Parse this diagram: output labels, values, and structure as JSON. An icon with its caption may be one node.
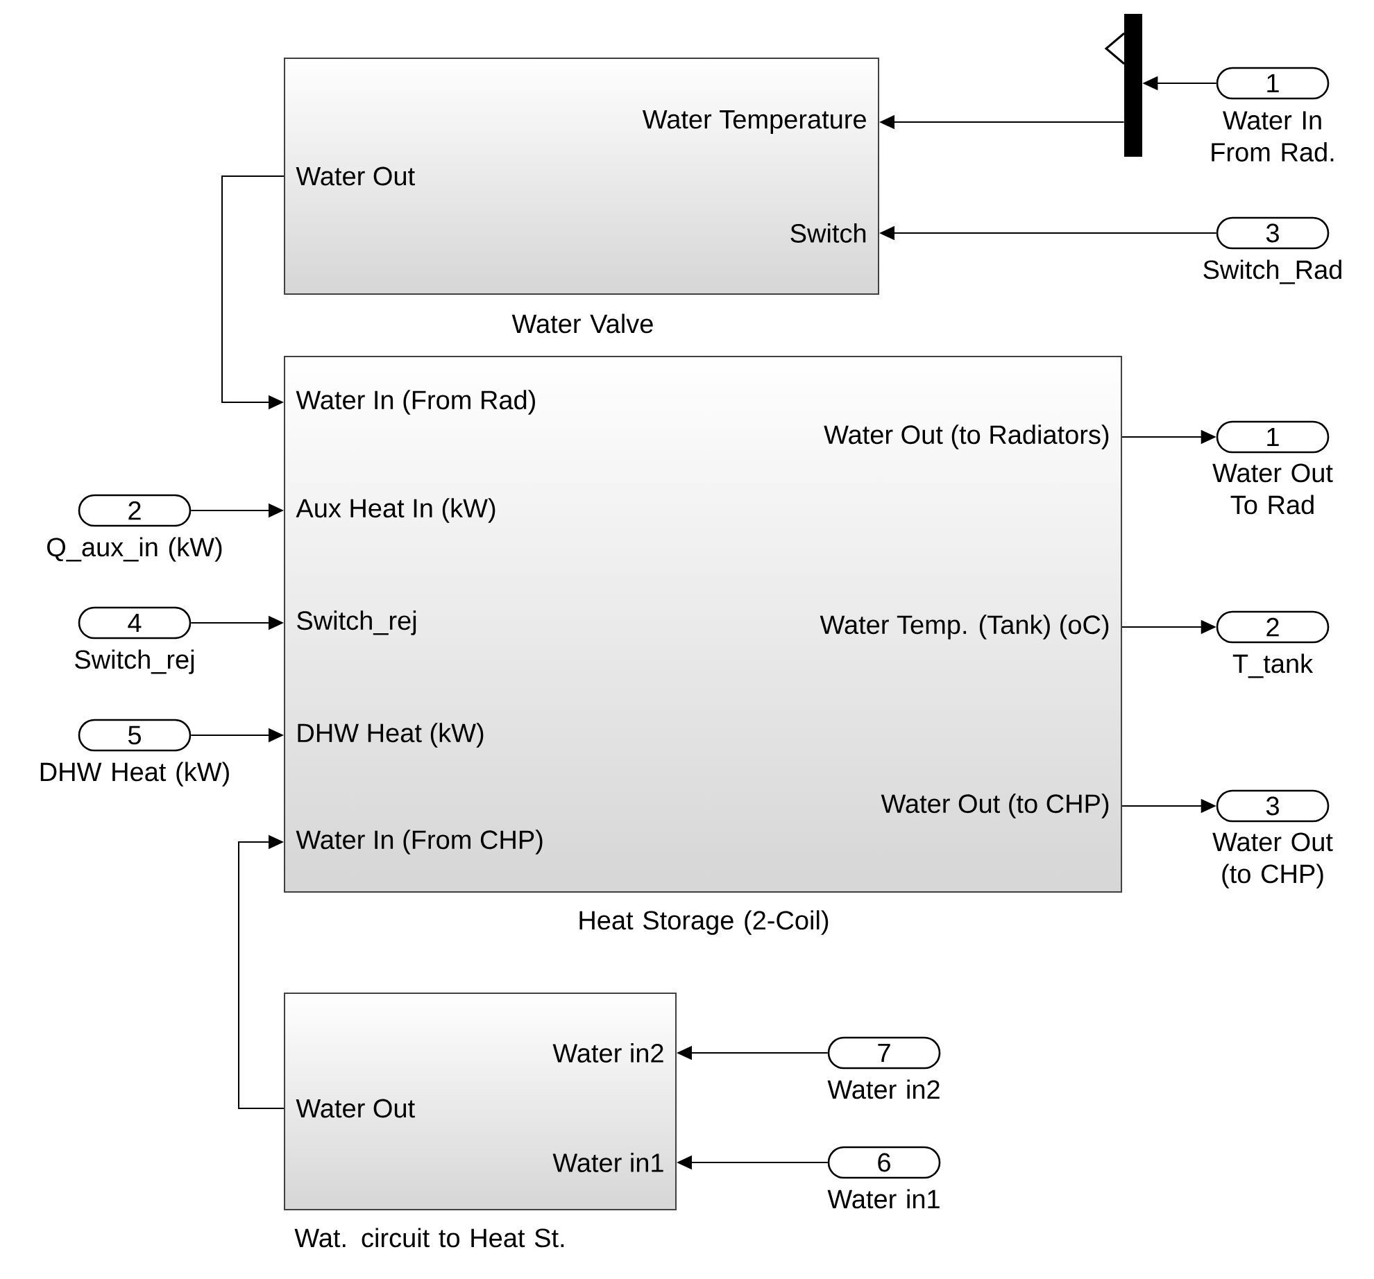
{
  "diagram": {
    "nodes": [
      {
        "text": [
          "Water Temperature",
          "Switch",
          "Water Out"
        ],
        "beside": [
          "Water Valve"
        ]
      },
      {
        "text": [
          "Water In  (From Rad)",
          "Aux Heat In (kW)",
          "Switch_rej",
          "DHW Heat  (kW)",
          "Water In  (From CHP)",
          "Water Out  (to Radiators)",
          "Water Temp.  (Tank) (oC)",
          "Water Out (to CHP)"
        ],
        "beside": [
          "Heat Storage (2-Coil)"
        ]
      },
      {
        "text": [
          "Water in2",
          "Water in1",
          "Water Out"
        ],
        "beside": [
          "Wat. circuit to Heat St."
        ]
      },
      {
        "text": [],
        "shape": "bar"
      },
      {
        "text": [
          "1"
        ],
        "beside": [
          "Water In From Rad."
        ]
      },
      {
        "text": [
          "3"
        ],
        "beside": [
          "Switch_Rad"
        ]
      },
      {
        "text": [
          "2"
        ],
        "beside": [
          "Q_aux_in (kW)"
        ]
      },
      {
        "text": [
          "4"
        ],
        "beside": [
          "Switch_rej"
        ]
      },
      {
        "text": [
          "5"
        ],
        "beside": [
          "DHW Heat (kW)"
        ]
      },
      {
        "text": [
          "1"
        ],
        "beside": [
          "Water Out To Rad"
        ]
      },
      {
        "text": [
          "2"
        ],
        "beside": [
          "T_tank"
        ]
      },
      {
        "text": [
          "3"
        ],
        "beside": [
          "Water Out (to CHP)"
        ]
      },
      {
        "text": [
          "7"
        ],
        "beside": [
          "Water in2"
        ]
      },
      {
        "text": [
          "6"
        ],
        "beside": [
          "Water in1"
        ]
      }
    ],
    "edges": [
      {
        "from": 4,
        "to": 3,
        "arrow": "to"
      },
      {
        "from": 3,
        "to": 0,
        "arrow": "to"
      },
      {
        "from": 5,
        "to": 0,
        "arrow": "to"
      },
      {
        "from": 0,
        "to": 1,
        "arrow": "to"
      },
      {
        "from": 6,
        "to": 1,
        "arrow": "to"
      },
      {
        "from": 7,
        "to": 1,
        "arrow": "to"
      },
      {
        "from": 8,
        "to": 1,
        "arrow": "to"
      },
      {
        "from": 1,
        "to": 9,
        "arrow": "to"
      },
      {
        "from": 1,
        "to": 10,
        "arrow": "to"
      },
      {
        "from": 1,
        "to": 11,
        "arrow": "to"
      },
      {
        "from": 12,
        "to": 2,
        "arrow": "to"
      },
      {
        "from": 13,
        "to": 2,
        "arrow": "to"
      },
      {
        "from": 2,
        "to": 1,
        "arrow": "to"
      }
    ]
  }
}
